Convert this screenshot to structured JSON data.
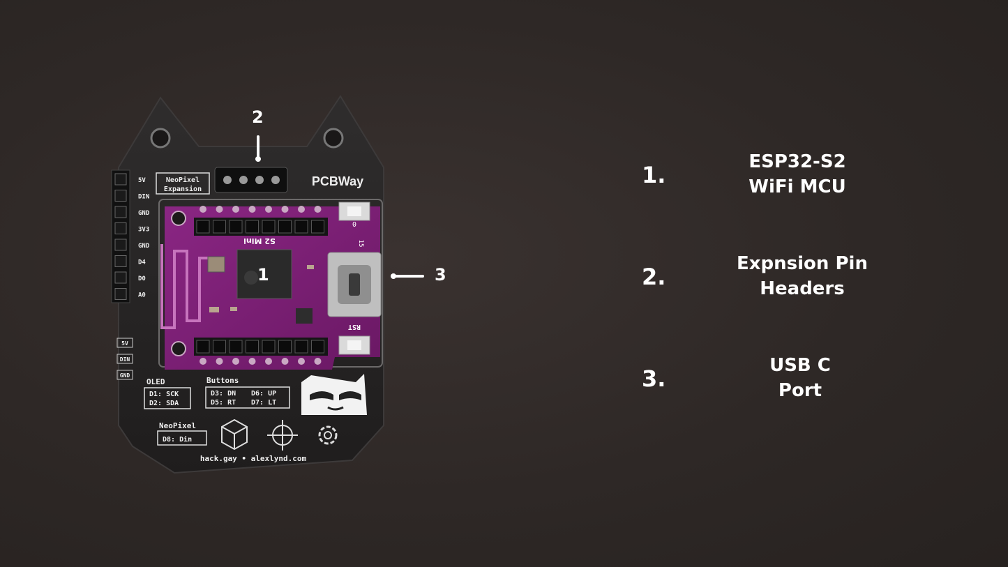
{
  "board": {
    "left_pins": [
      "5V",
      "DIN",
      "GND",
      "3V3",
      "GND",
      "D4",
      "D0",
      "A0"
    ],
    "small_pins": [
      "5V",
      "DIN",
      "GND"
    ],
    "label_neopixel_expansion": [
      "NeoPixel",
      "Expansion"
    ],
    "brand": "PCBWay",
    "module_name": "S2 Mini",
    "button_labels": [
      "0",
      "RST"
    ],
    "led_label": "15",
    "oled_title": "OLED",
    "oled_pins": [
      "D1: SCK",
      "D2: SDA"
    ],
    "buttons_title": "Buttons",
    "buttons_pins": [
      "D3: DN",
      "D6: UP",
      "D5: RT",
      "D7: LT"
    ],
    "neopixel_title": "NeoPixel",
    "neopixel_pin": "D8: Din",
    "footer": "hack.gay • alexlynd.com"
  },
  "callouts": [
    {
      "number": "1"
    },
    {
      "number": "2"
    },
    {
      "number": "3"
    }
  ],
  "legend": [
    {
      "number": "1.",
      "lines": [
        "ESP32-S2",
        "WiFi MCU"
      ]
    },
    {
      "number": "2.",
      "lines": [
        "Expnsion Pin",
        "Headers"
      ]
    },
    {
      "number": "3.",
      "lines": [
        "USB C",
        "Port"
      ]
    }
  ],
  "colors": {
    "background": "#2e2826",
    "board": "#262424",
    "module": "#7a1f72",
    "text": "#ffffff"
  }
}
